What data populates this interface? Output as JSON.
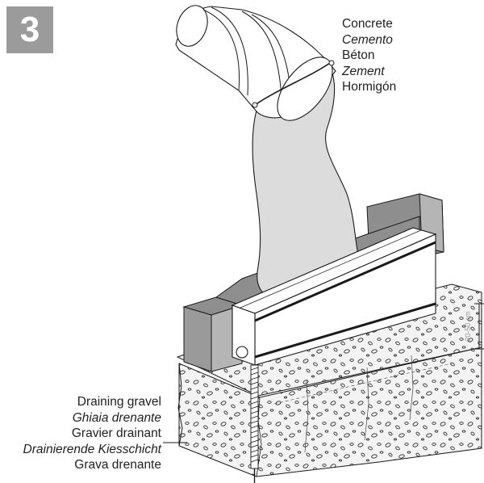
{
  "step_number": "3",
  "concrete_labels": [
    "Concrete",
    "Cemento",
    "Béton",
    "Zement",
    "Hormigón"
  ],
  "gravel_labels": [
    "Draining gravel",
    "Ghiaia drenante",
    "Gravier drainant",
    "Drainierende Kiesschicht",
    "Grava drenante"
  ],
  "dimension_text": "20-50 cm",
  "colors": {
    "badge": "#9b9b9b",
    "concrete_fill": "#dcdcdc",
    "wall_dark": "#8e8e8e",
    "wall_front": "#b5b5b5",
    "line": "#1a1a1a"
  }
}
